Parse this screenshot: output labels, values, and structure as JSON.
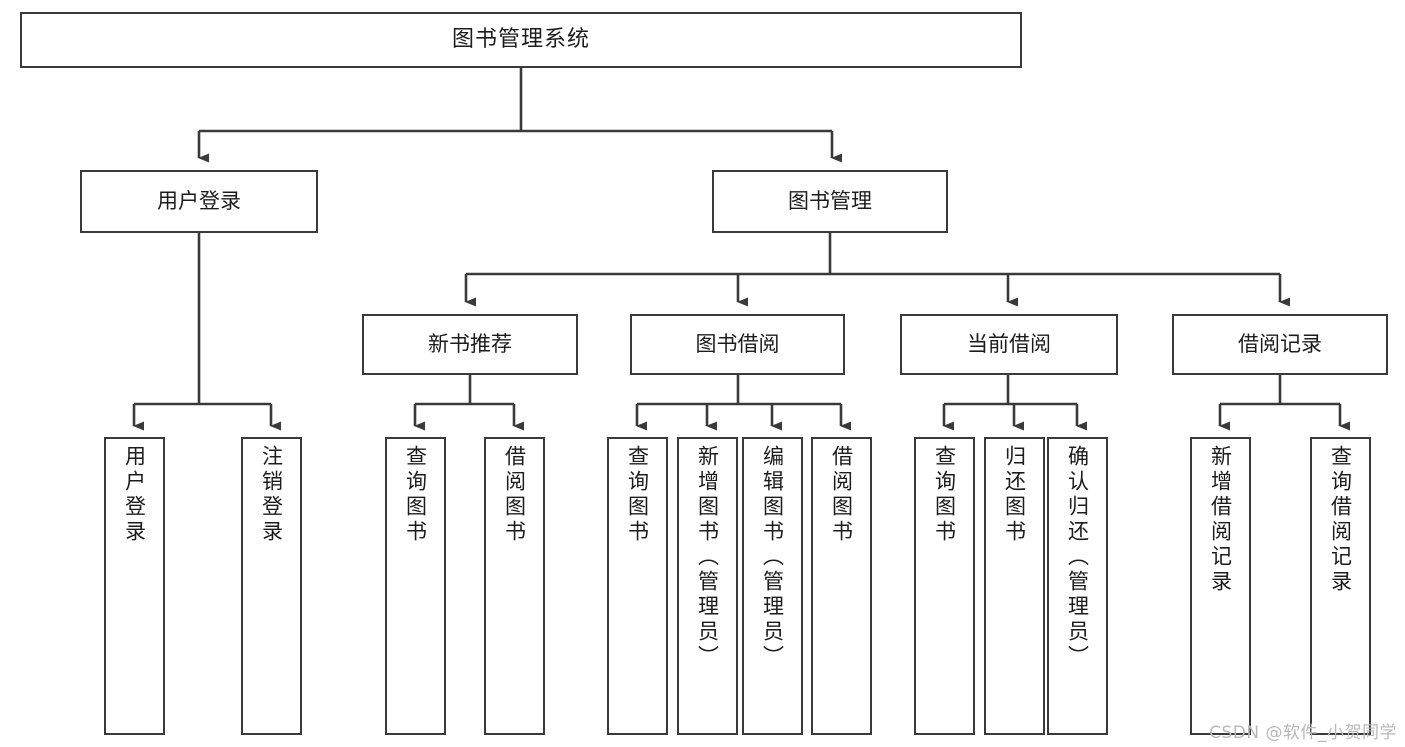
{
  "diagram": {
    "title": "图书管理系统",
    "type": "tree",
    "watermark": "CSDN @软件_小贺同学",
    "colors": {
      "box_border": "#3a3a3a",
      "box_fill": "#ffffff",
      "connector": "#3a3a3a",
      "text": "#1c1c1c",
      "watermark": "#b9b9b9"
    },
    "root": {
      "label": "图书管理系统"
    },
    "level2": [
      {
        "label": "用户登录"
      },
      {
        "label": "图书管理"
      }
    ],
    "level3": [
      {
        "label": "新书推荐"
      },
      {
        "label": "图书借阅"
      },
      {
        "label": "当前借阅"
      },
      {
        "label": "借阅记录"
      }
    ],
    "leaves": {
      "user_login": [
        {
          "label": "用户登录"
        },
        {
          "label": "注销登录"
        }
      ],
      "new_book_recommend": [
        {
          "label": "查询图书"
        },
        {
          "label": "借阅图书"
        }
      ],
      "book_borrow": [
        {
          "label": "查询图书"
        },
        {
          "label": "新增图书（管理员）"
        },
        {
          "label": "编辑图书（管理员）"
        },
        {
          "label": "借阅图书"
        }
      ],
      "current_borrow": [
        {
          "label": "查询图书"
        },
        {
          "label": "归还图书"
        },
        {
          "label": "确认归还（管理员）"
        }
      ],
      "borrow_records": [
        {
          "label": "新增借阅记录"
        },
        {
          "label": "查询借阅记录"
        }
      ]
    }
  }
}
